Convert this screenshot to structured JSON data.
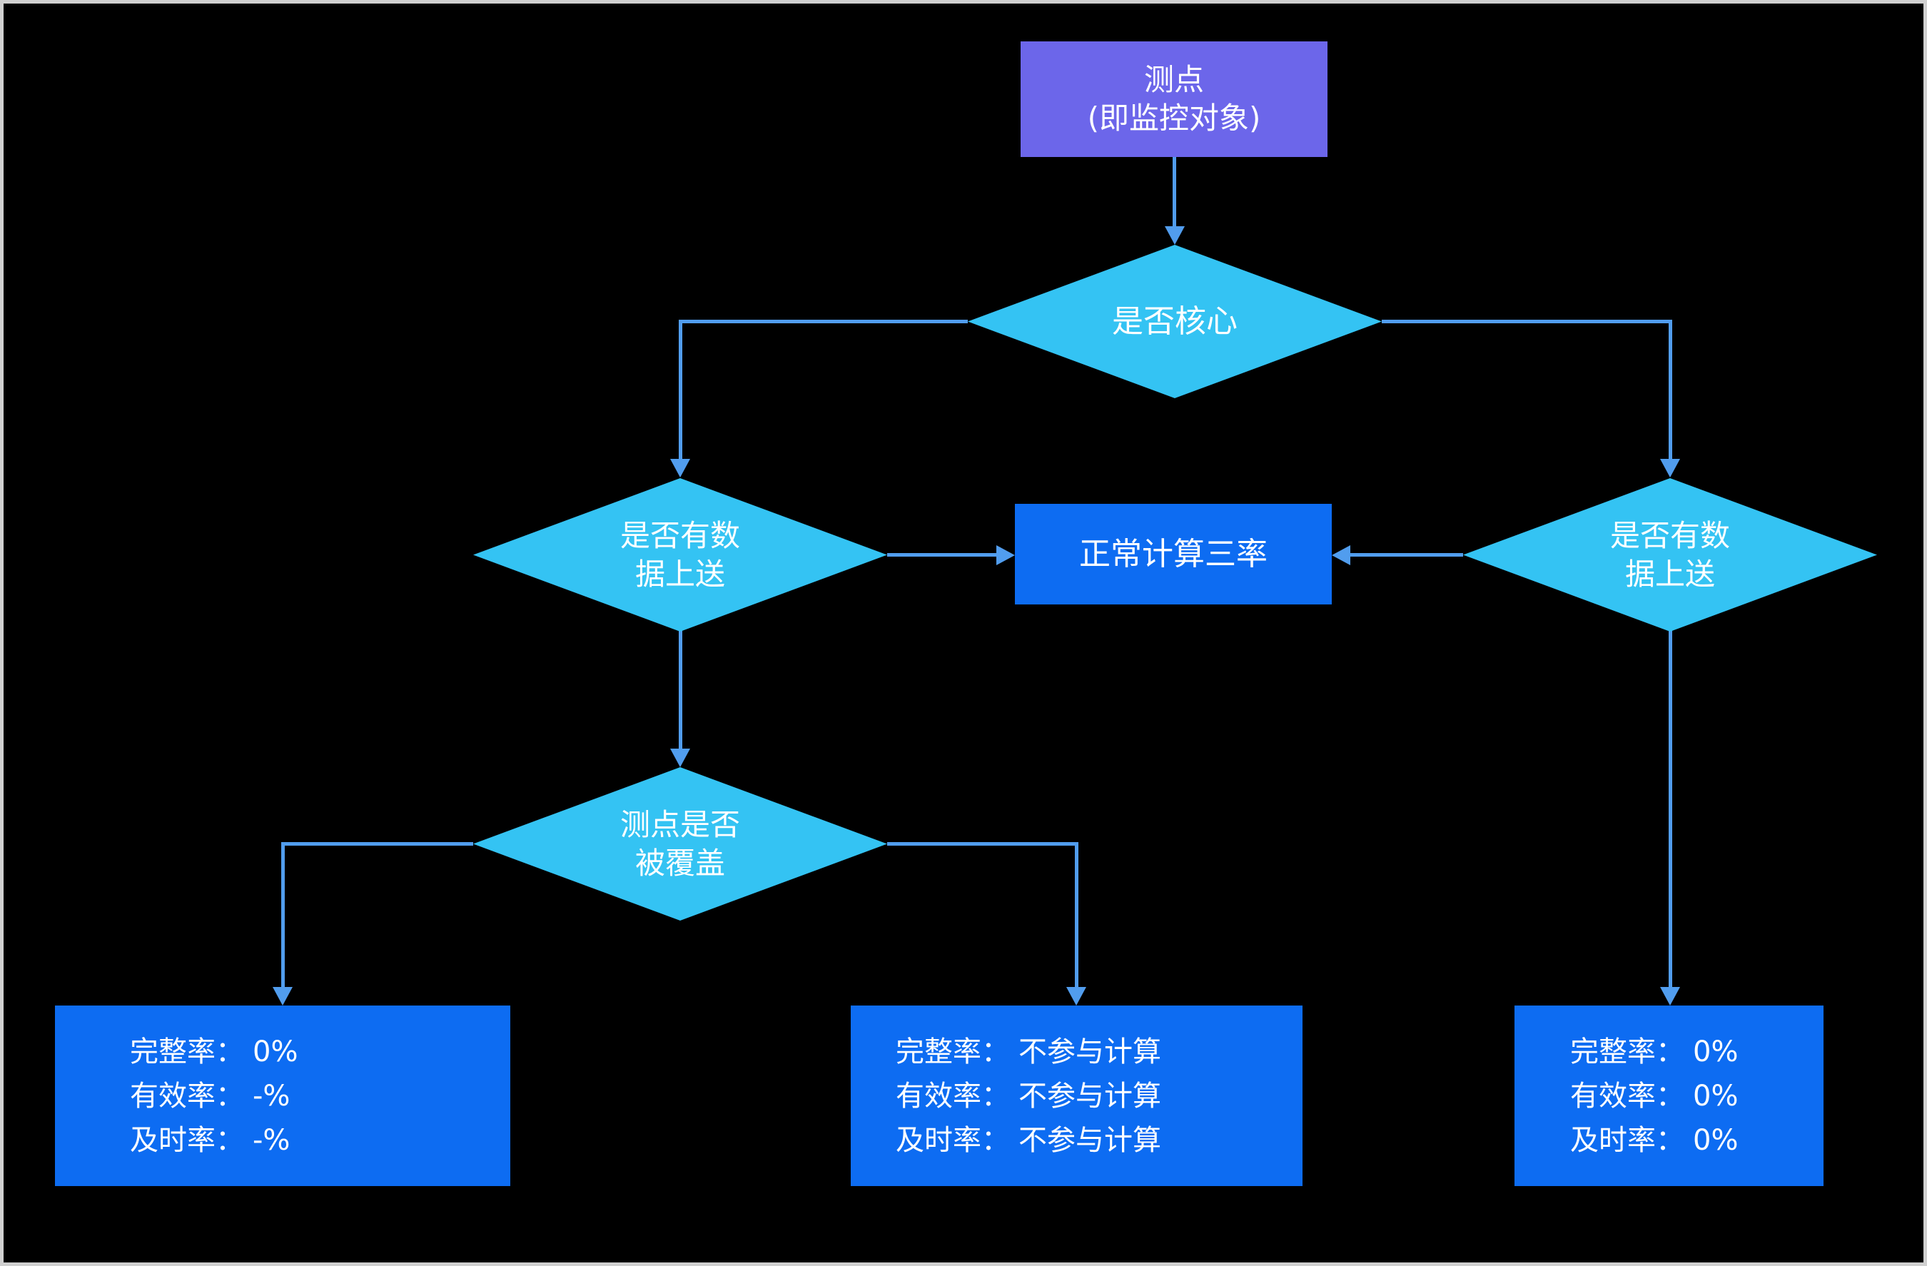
{
  "diagram": {
    "type": "flowchart",
    "background": "#000000",
    "frame_border_color": "#D0D0D0",
    "colors": {
      "start_node": "#6C66EA",
      "decision_node": "#34C3F3",
      "process_node": "#0D6CF2",
      "connector": "#519DEE",
      "text": "#FFFFFF"
    }
  },
  "nodes": {
    "start": {
      "line1": "测点",
      "line2": "(即监控对象)"
    },
    "decision_core": {
      "text": "是否核心"
    },
    "decision_left_data": {
      "line1": "是否有数",
      "line2": "据上送"
    },
    "decision_right_data": {
      "line1": "是否有数",
      "line2": "据上送"
    },
    "process_normal": {
      "text": "正常计算三率"
    },
    "decision_covered": {
      "line1": "测点是否",
      "line2": "被覆盖"
    },
    "outcome_left": {
      "rows": [
        {
          "label": "完整率：",
          "value": "0%"
        },
        {
          "label": "有效率：",
          "value": "-%"
        },
        {
          "label": "及时率：",
          "value": "-%"
        }
      ]
    },
    "outcome_middle": {
      "rows": [
        {
          "label": "完整率：",
          "value": "不参与计算"
        },
        {
          "label": "有效率：",
          "value": "不参与计算"
        },
        {
          "label": "及时率：",
          "value": "不参与计算"
        }
      ]
    },
    "outcome_right": {
      "rows": [
        {
          "label": "完整率：",
          "value": "0%"
        },
        {
          "label": "有效率：",
          "value": "0%"
        },
        {
          "label": "及时率：",
          "value": "0%"
        }
      ]
    }
  }
}
